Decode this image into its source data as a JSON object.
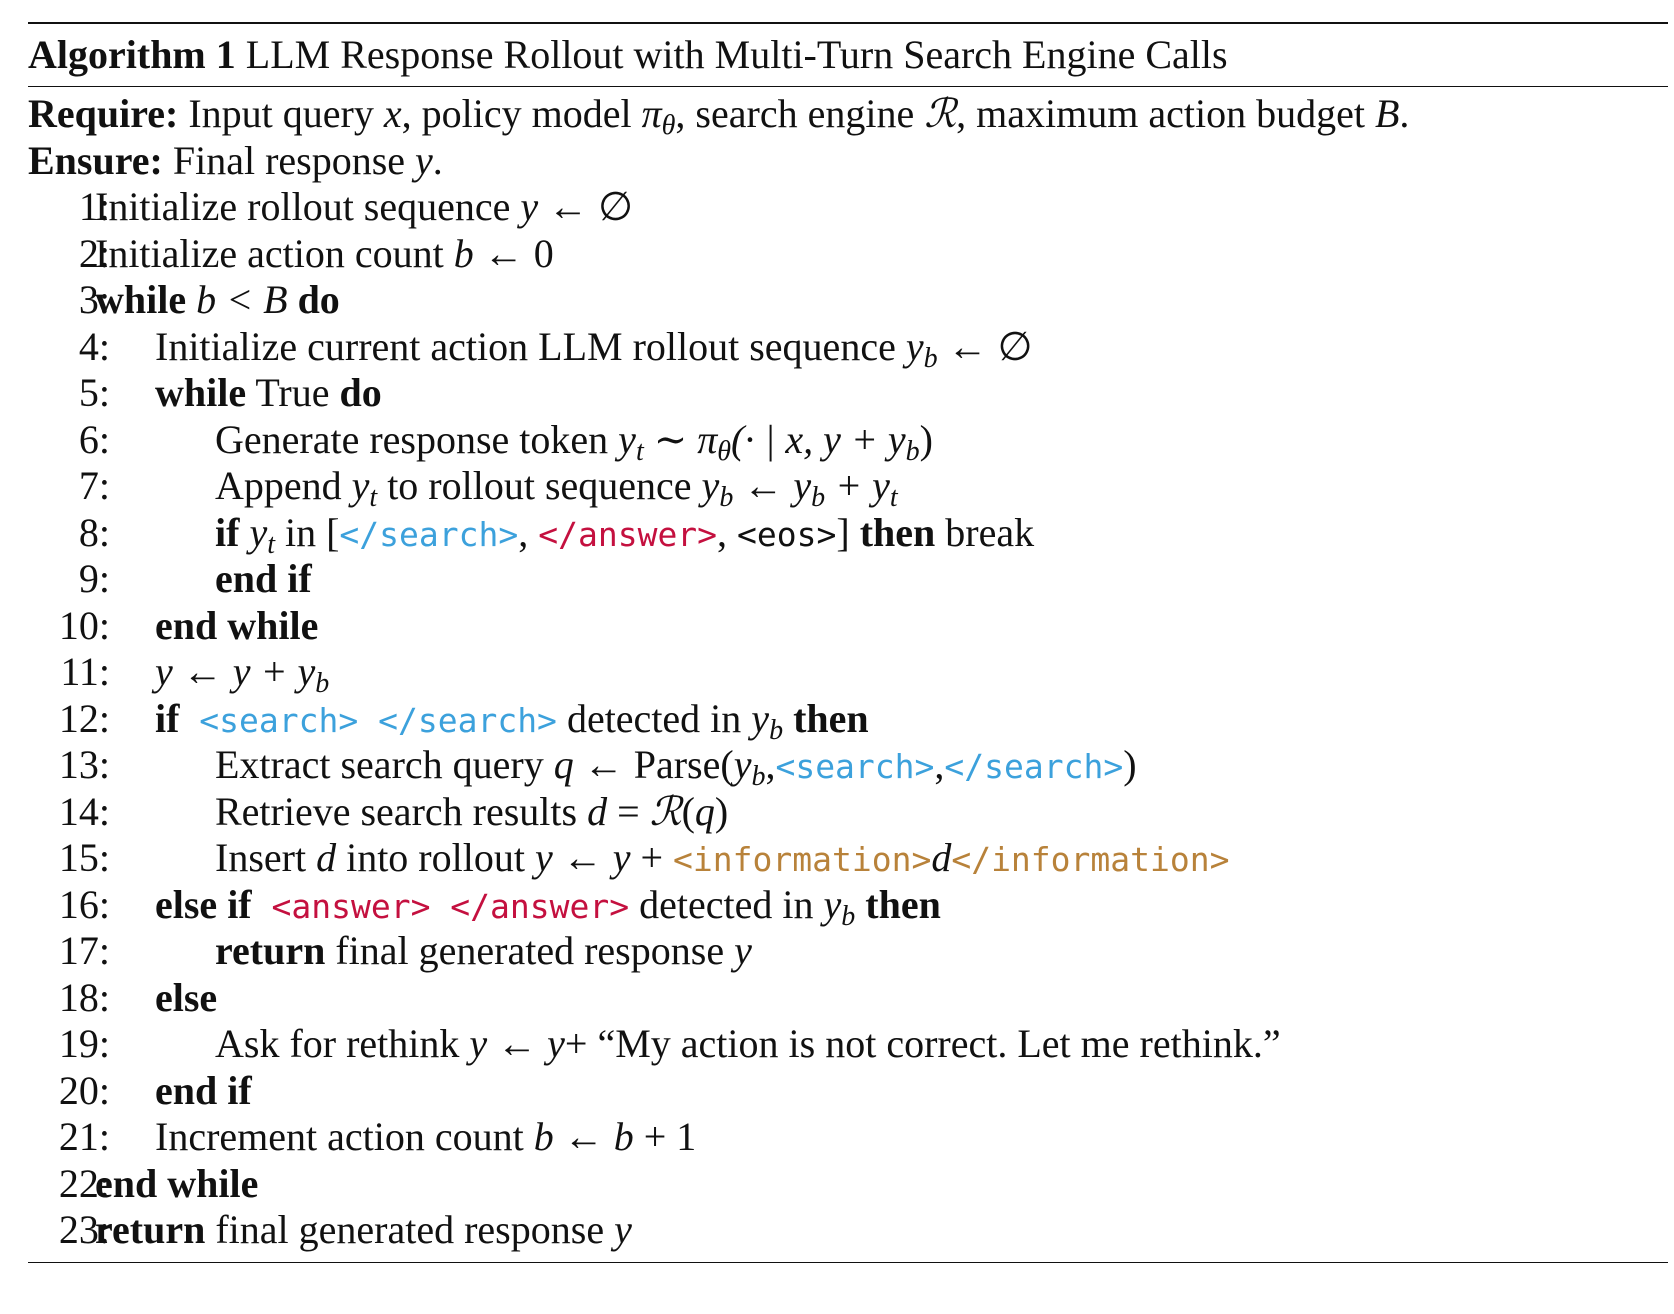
{
  "caption": {
    "label": "Algorithm 1",
    "title": "LLM Response Rollout with Multi-Turn Search Engine Calls"
  },
  "require": {
    "label": "Require:",
    "t1": "Input query ",
    "x": "x",
    "t2": ", policy model ",
    "pi": "π",
    "theta": "θ",
    "t3": ", search engine ",
    "R": "ℛ",
    "t4": ", maximum action budget ",
    "B": "B",
    "t5": "."
  },
  "ensure": {
    "label": "Ensure:",
    "t1": "Final response ",
    "y": "y",
    "t2": "."
  },
  "lines": {
    "l1": {
      "num": "1:",
      "t1": "Initialize rollout sequence ",
      "m1": "y",
      "m2": " ← ∅"
    },
    "l2": {
      "num": "2:",
      "t1": "Initialize action count ",
      "m1": "b",
      "m2": " ← 0"
    },
    "l3": {
      "num": "3:",
      "k1": "while",
      "m1": " b < B ",
      "k2": "do"
    },
    "l4": {
      "num": "4:",
      "t1": "Initialize current action LLM rollout sequence ",
      "m1": "y",
      "s1": "b",
      "m2": " ← ∅"
    },
    "l5": {
      "num": "5:",
      "k1": "while",
      "t1": " True ",
      "k2": "do"
    },
    "l6": {
      "num": "6:",
      "t1": "Generate response token ",
      "m1": "y",
      "s1": "t",
      "m2": " ∼ π",
      "s2": "θ",
      "m3": "(· | x, y + y",
      "s3": "b",
      "m4": ")"
    },
    "l7": {
      "num": "7:",
      "t1": "Append ",
      "m1": "y",
      "s1": "t",
      "t2": " to rollout sequence ",
      "m2": "y",
      "s2": "b",
      "m3": " ← y",
      "s3": "b",
      "m4": " + y",
      "s4": "t"
    },
    "l8": {
      "num": "8:",
      "k1": "if",
      "m1": " y",
      "s1": "t",
      "t1": " in [",
      "c1": "</search>",
      "t2": ", ",
      "c2": "</answer>",
      "t3": ", ",
      "c3": "<eos>",
      "t4": "] ",
      "k2": "then",
      "t5": " break"
    },
    "l9": {
      "num": "9:",
      "k1": "end if"
    },
    "l10": {
      "num": "10:",
      "k1": "end while"
    },
    "l11": {
      "num": "11:",
      "m1": "y ← y + y",
      "s1": "b"
    },
    "l12": {
      "num": "12:",
      "k1": "if",
      "c1": " <search>",
      "c2": " </search>",
      "t1": " detected in ",
      "m1": "y",
      "s1": "b",
      "k2": " then"
    },
    "l13": {
      "num": "13:",
      "t1": "Extract search query ",
      "m1": "q",
      "t2": " ← Parse(",
      "m2": "y",
      "s1": "b",
      "t3": ",",
      "c1": "<search>",
      "t4": ",",
      "c2": "</search>",
      "t5": ")"
    },
    "l14": {
      "num": "14:",
      "t1": "Retrieve search results ",
      "m1": "d",
      "t2": " = ",
      "m2": "ℛ",
      "t3": "(",
      "m3": "q",
      "t4": ")"
    },
    "l15": {
      "num": "15:",
      "t1": "Insert ",
      "m1": "d",
      "t2": " into rollout ",
      "m2": "y ← y",
      "t3": " + ",
      "c1": "<information>",
      "m3": "d",
      "c2": "</information>"
    },
    "l16": {
      "num": "16:",
      "k1": "else if",
      "c1": " <answer>",
      "c2": " </answer>",
      "t1": " detected in ",
      "m1": "y",
      "s1": "b",
      "k2": " then"
    },
    "l17": {
      "num": "17:",
      "k1": "return",
      "t1": " final generated response ",
      "m1": "y"
    },
    "l18": {
      "num": "18:",
      "k1": "else"
    },
    "l19": {
      "num": "19:",
      "t1": "Ask for rethink ",
      "m1": "y ← y",
      "t2": "+ “My action is not correct. Let me rethink.”"
    },
    "l20": {
      "num": "20:",
      "k1": "end if"
    },
    "l21": {
      "num": "21:",
      "t1": "Increment action count ",
      "m1": "b ← b",
      "t2": " + 1"
    },
    "l22": {
      "num": "22:",
      "k1": "end while"
    },
    "l23": {
      "num": "23:",
      "k1": "return",
      "t1": " final generated response ",
      "m1": "y"
    }
  },
  "colors": {
    "search_tag": "#3ca1dc",
    "answer_tag": "#c4103f",
    "information_tag": "#b8823a"
  }
}
